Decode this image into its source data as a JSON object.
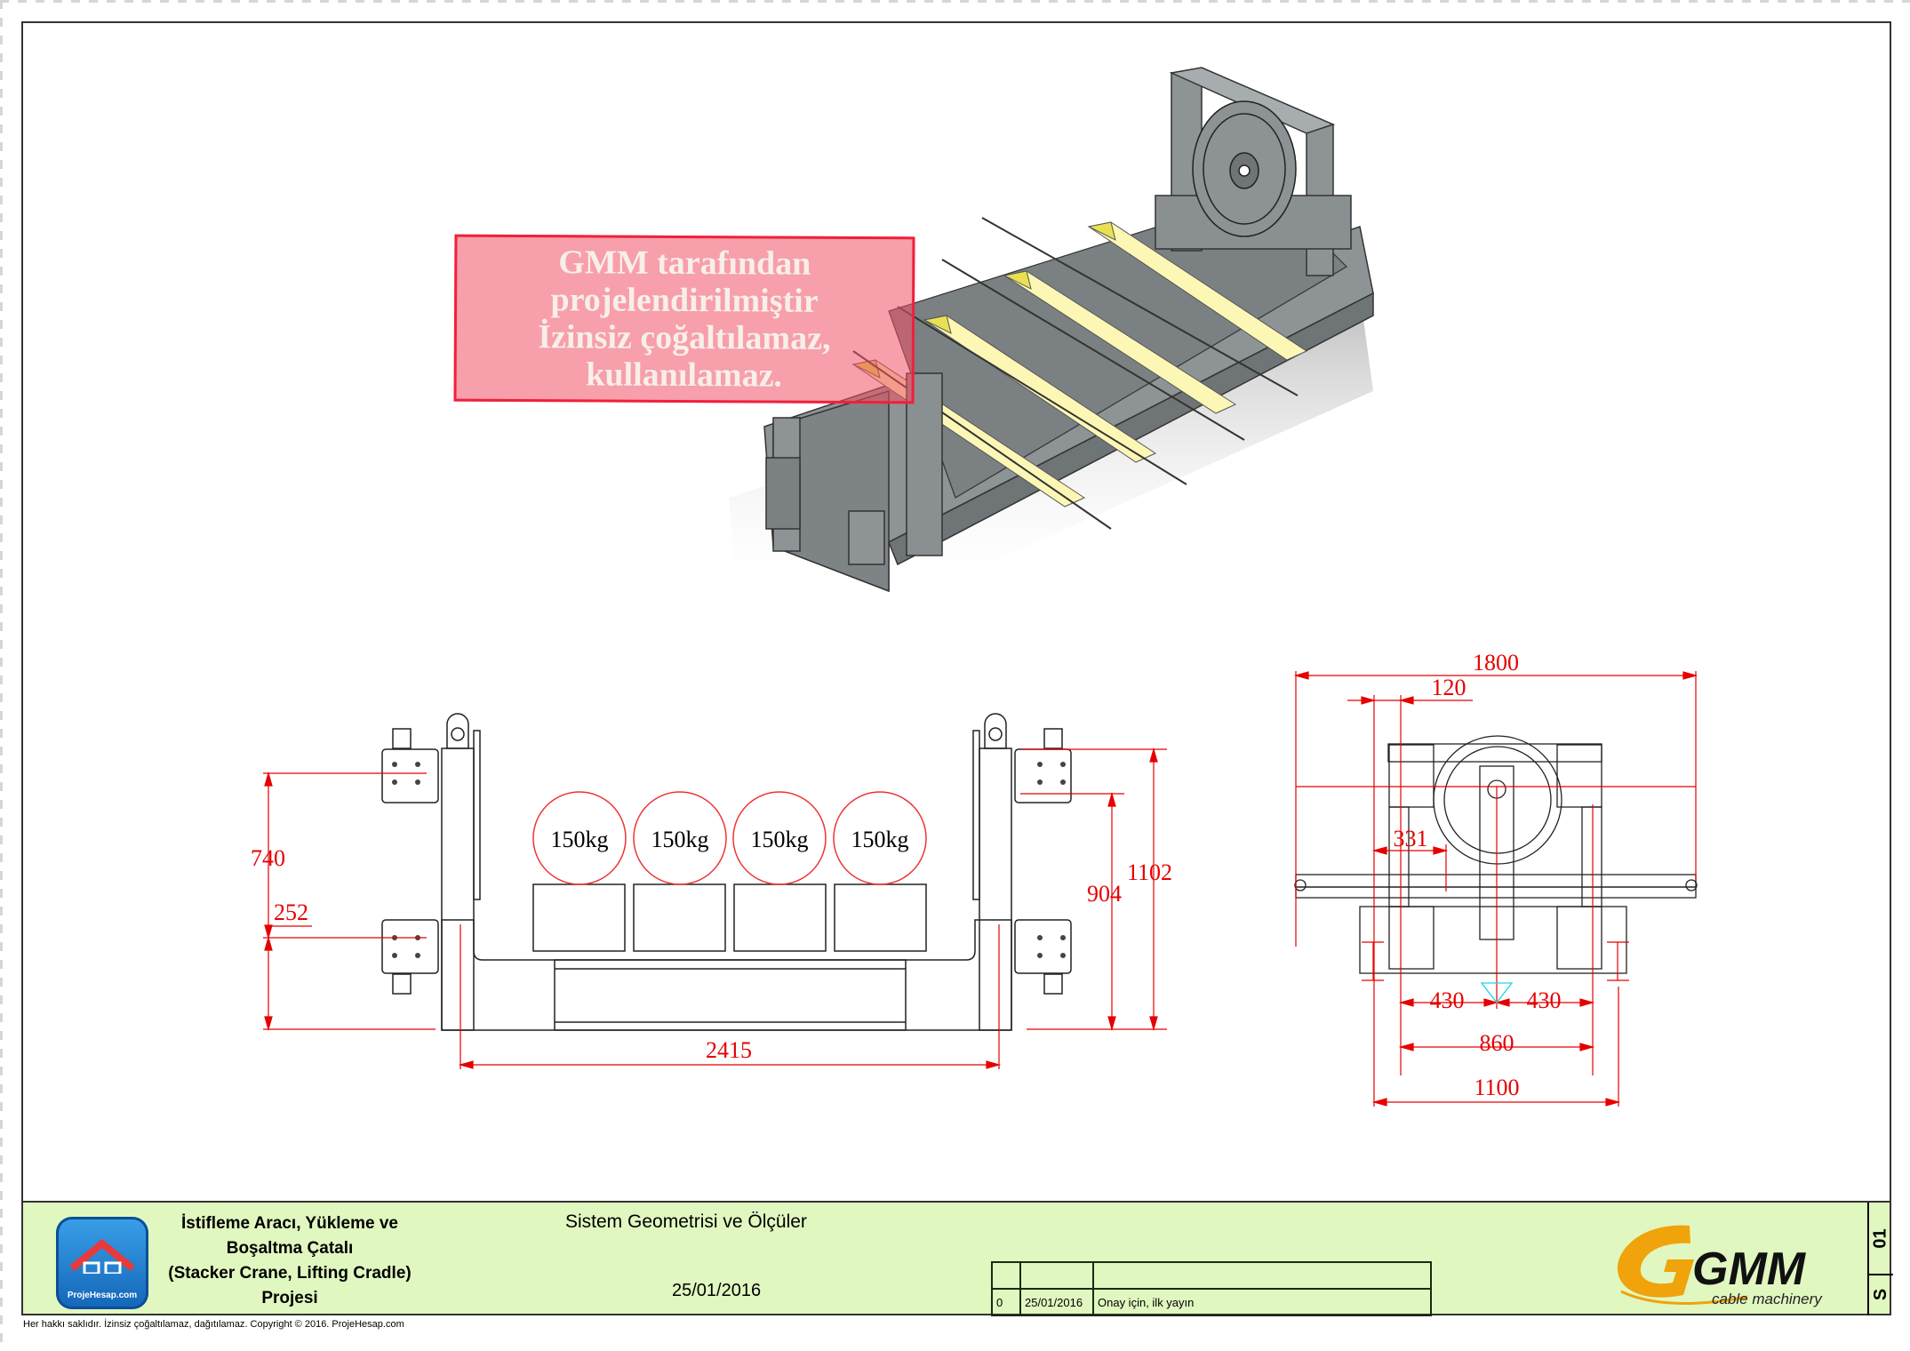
{
  "watermark": {
    "lines": [
      "GMM tarafından",
      "projelendirilmiştir",
      "İzinsiz çoğaltılamaz,",
      "kullanılamaz."
    ]
  },
  "front_view": {
    "loads": [
      "150kg",
      "150kg",
      "150kg",
      "150kg"
    ],
    "dimensions": {
      "height_740": "740",
      "height_252": "252",
      "height_904": "904",
      "height_1102": "1102",
      "width_2415": "2415"
    }
  },
  "side_view": {
    "dimensions": {
      "width_1800": "1800",
      "offset_120": "120",
      "offset_331": "331",
      "half_left_430": "430",
      "half_right_430": "430",
      "width_860": "860",
      "width_1100": "1100"
    }
  },
  "title_block": {
    "logo_site": "ProjeHesap.com",
    "project_title_lines": [
      "İstifleme Aracı, Yükleme ve",
      "Boşaltma Çatalı",
      "(Stacker Crane, Lifting Cradle)",
      "Projesi"
    ],
    "sheet_title": "Sistem Geometrisi ve Ölçüler",
    "date": "25/01/2016",
    "revisions": [
      {
        "no": "",
        "date": "",
        "description": ""
      },
      {
        "no": "0",
        "date": "25/01/2016",
        "description": "Onay için, ilk yayın"
      }
    ],
    "company_logo_text": "GMM",
    "company_tagline": "cable machinery",
    "sheet_number": "01",
    "sheet_series": "S",
    "colors": {
      "block_bg": "#e0f7c0",
      "logo_orange": "#f0a30a",
      "dimension_red": "#e60000"
    }
  },
  "copyright": "Her hakkı saklıdır. İzinsiz çoğaltılamaz, dağıtılamaz. Copyright © 2016. ProjeHesap.com"
}
